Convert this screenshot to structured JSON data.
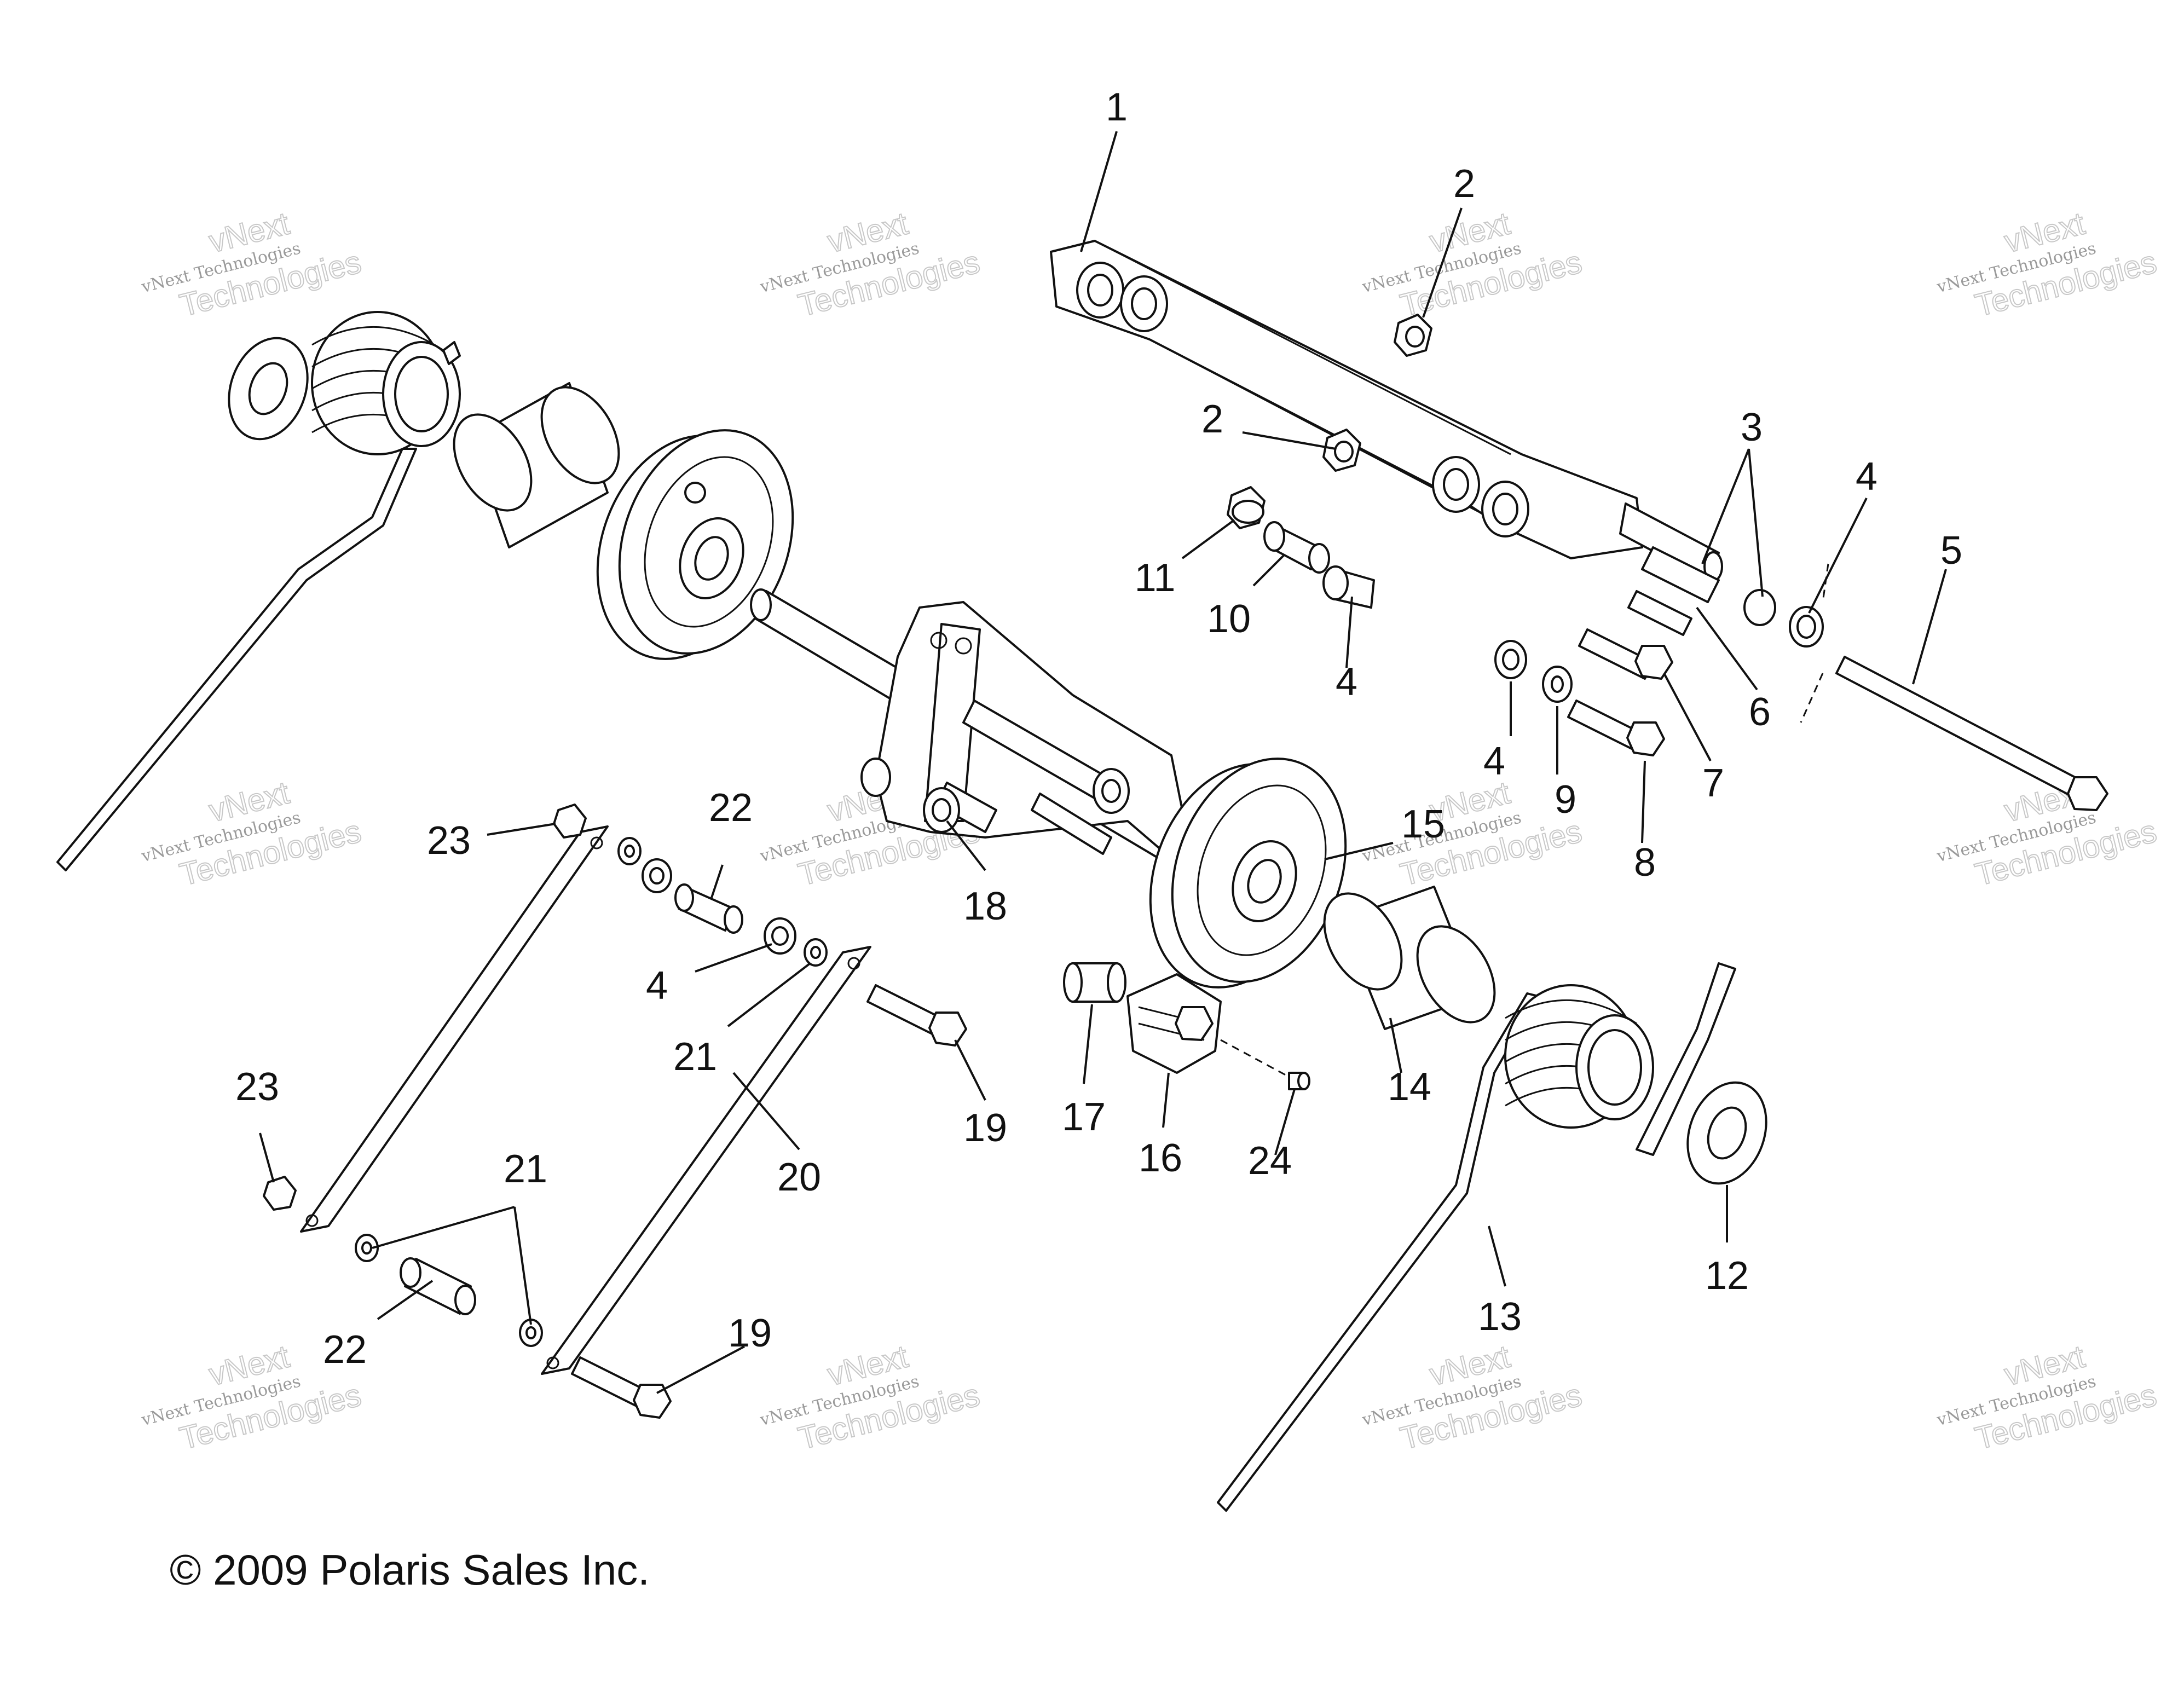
{
  "diagram": {
    "copyright": "© 2009 Polaris Sales Inc.",
    "watermark": {
      "line1": "vNext Technologies",
      "line2": "vNext",
      "line3": "Technologies"
    },
    "callouts": [
      {
        "id": "c1",
        "label": "1"
      },
      {
        "id": "c2a",
        "label": "2"
      },
      {
        "id": "c2b",
        "label": "2"
      },
      {
        "id": "c3",
        "label": "3"
      },
      {
        "id": "c4a",
        "label": "4"
      },
      {
        "id": "c4b",
        "label": "4"
      },
      {
        "id": "c4c",
        "label": "4"
      },
      {
        "id": "c4d",
        "label": "4"
      },
      {
        "id": "c5",
        "label": "5"
      },
      {
        "id": "c6",
        "label": "6"
      },
      {
        "id": "c7",
        "label": "7"
      },
      {
        "id": "c8",
        "label": "8"
      },
      {
        "id": "c9",
        "label": "9"
      },
      {
        "id": "c10",
        "label": "10"
      },
      {
        "id": "c11",
        "label": "11"
      },
      {
        "id": "c12",
        "label": "12"
      },
      {
        "id": "c13",
        "label": "13"
      },
      {
        "id": "c14",
        "label": "14"
      },
      {
        "id": "c15",
        "label": "15"
      },
      {
        "id": "c16",
        "label": "16"
      },
      {
        "id": "c17",
        "label": "17"
      },
      {
        "id": "c18",
        "label": "18"
      },
      {
        "id": "c19a",
        "label": "19"
      },
      {
        "id": "c19b",
        "label": "19"
      },
      {
        "id": "c20",
        "label": "20"
      },
      {
        "id": "c21a",
        "label": "21"
      },
      {
        "id": "c21b",
        "label": "21"
      },
      {
        "id": "c22a",
        "label": "22"
      },
      {
        "id": "c22b",
        "label": "22"
      },
      {
        "id": "c23a",
        "label": "23"
      },
      {
        "id": "c23b",
        "label": "23"
      },
      {
        "id": "c24",
        "label": "24"
      }
    ]
  }
}
